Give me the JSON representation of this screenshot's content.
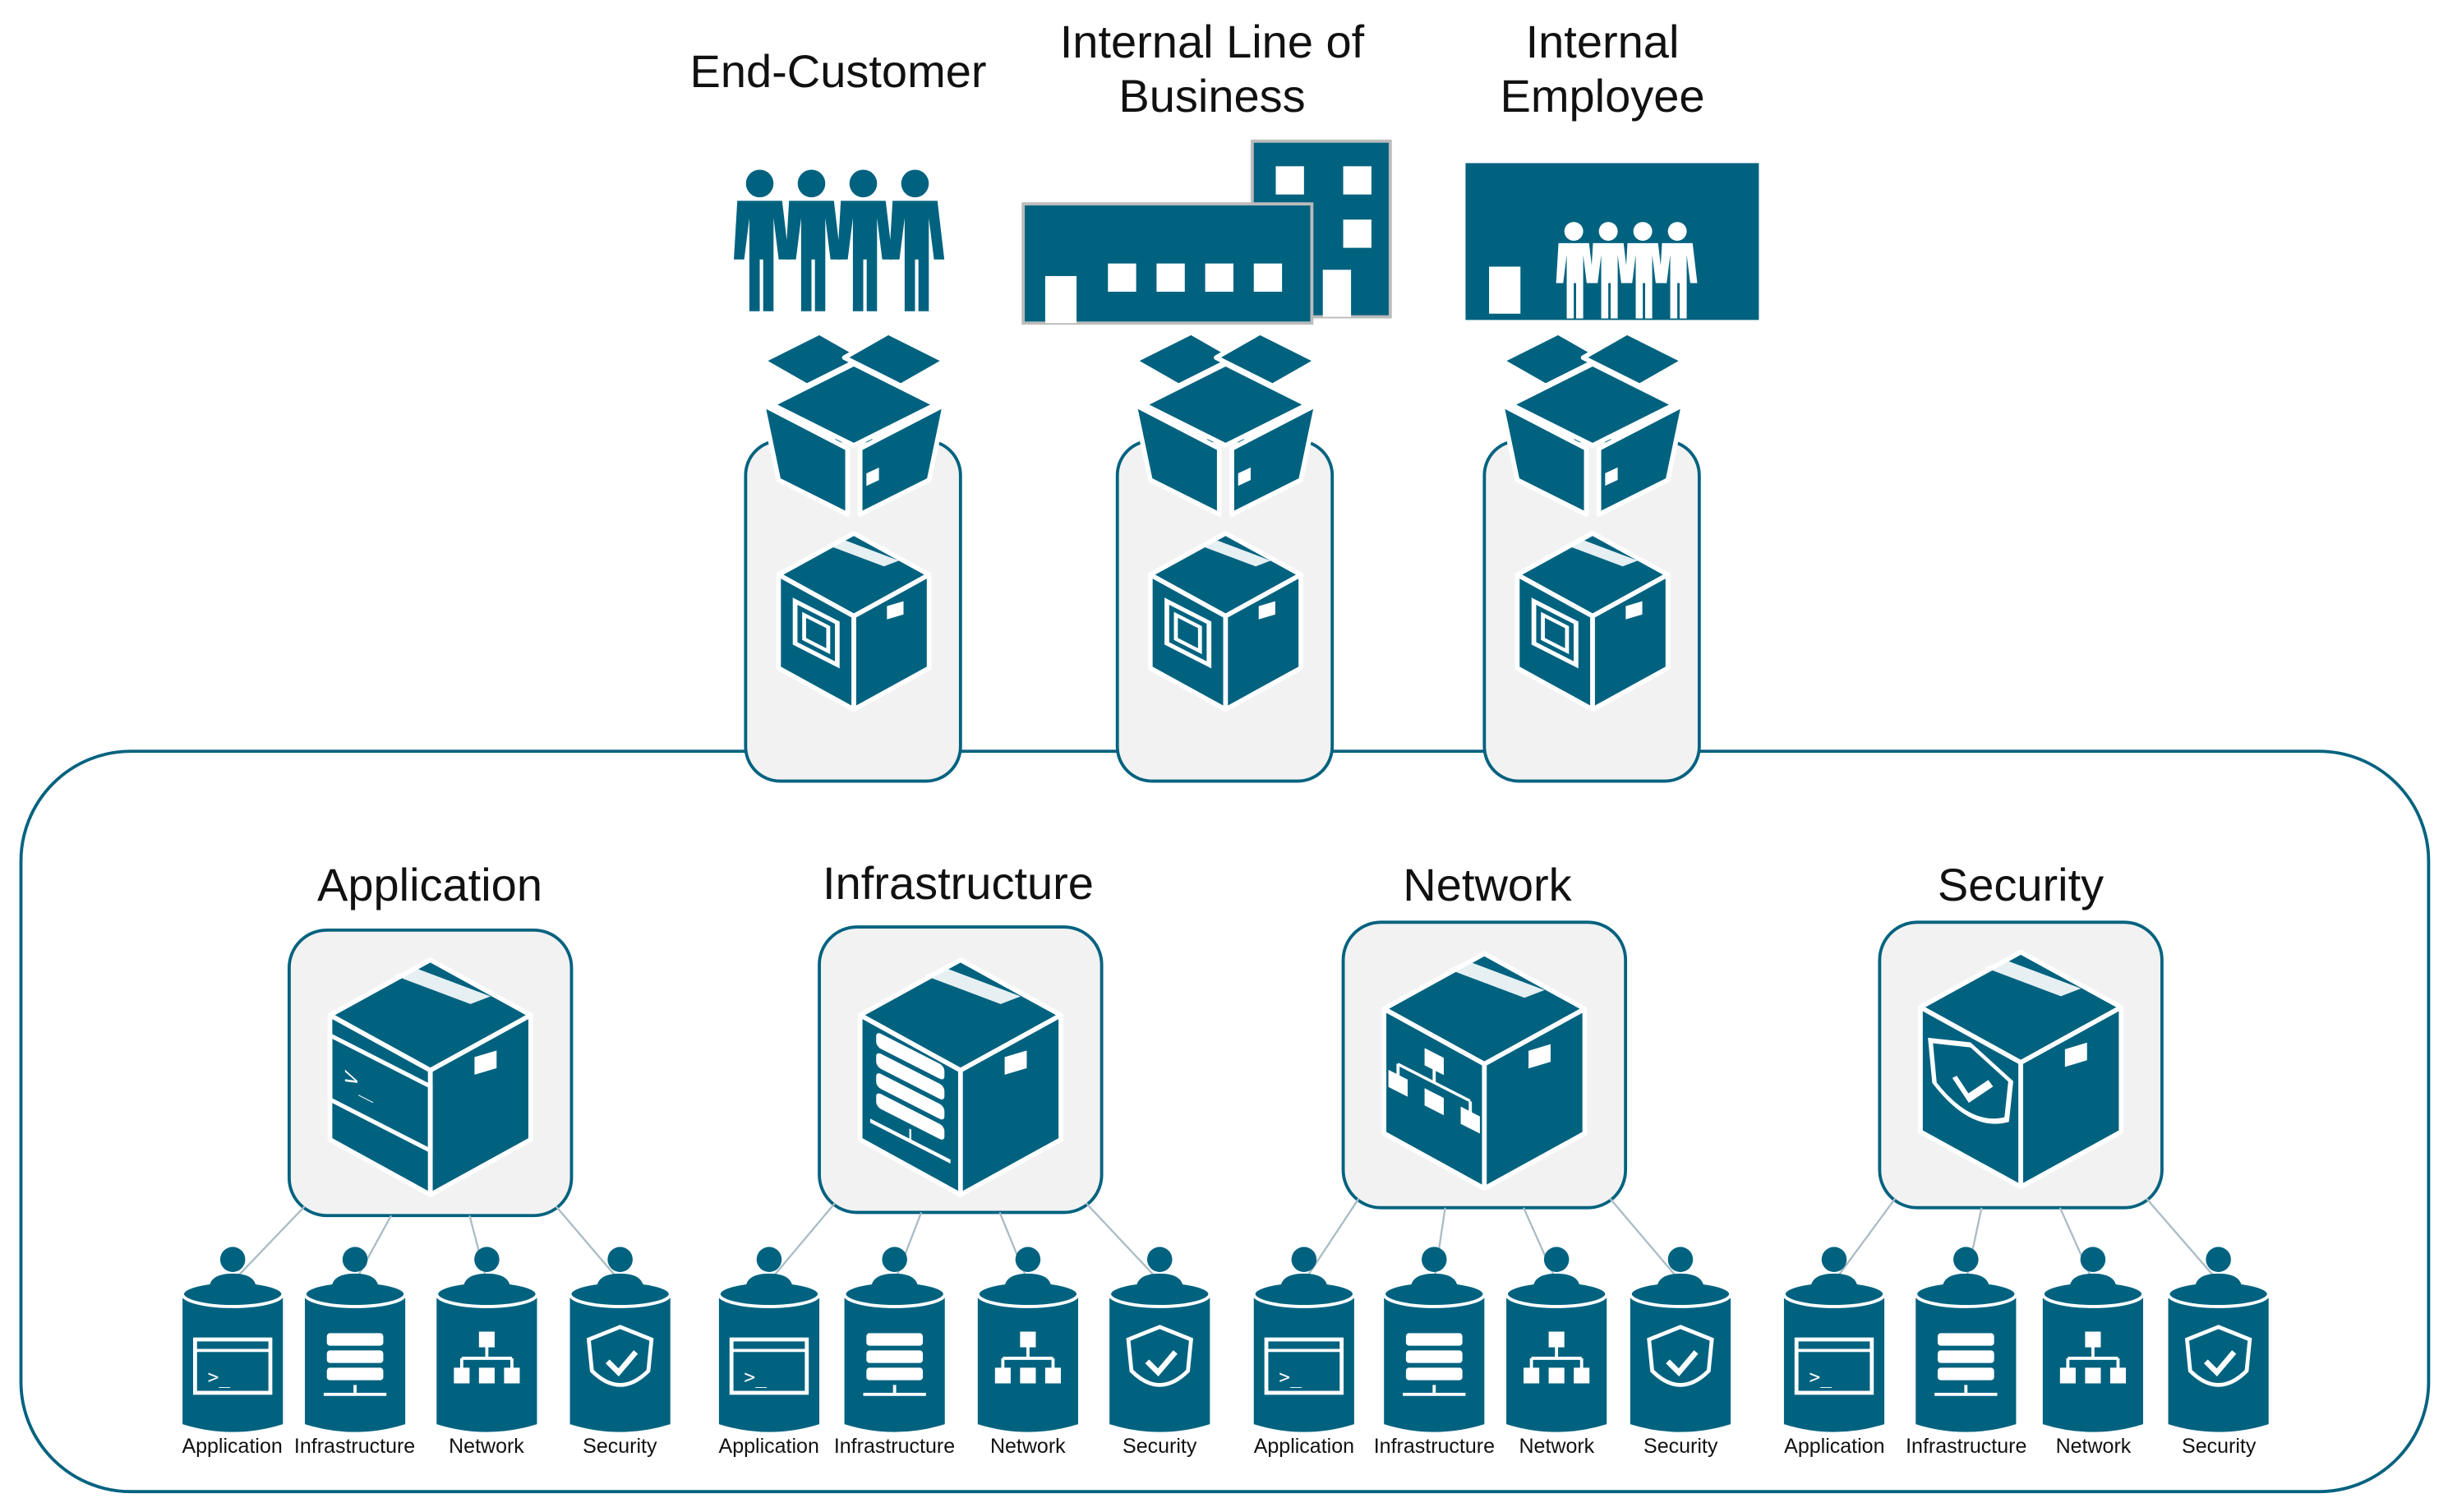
{
  "colors": {
    "accent": "#00627f",
    "panel": "#f2f2f2",
    "line": "#a9bcc4"
  },
  "consumers": [
    {
      "label_lines": [
        "End-Customer"
      ],
      "icon": "people-group-icon"
    },
    {
      "label_lines": [
        "Internal Line of",
        "Business"
      ],
      "icon": "buildings-icon"
    },
    {
      "label_lines": [
        "Internal",
        "Employee"
      ],
      "icon": "office-with-people-icon"
    }
  ],
  "domains": [
    {
      "title": "Application",
      "icon": "terminal-window-icon",
      "teams": [
        "Application",
        "Infrastructure",
        "Network",
        "Security"
      ]
    },
    {
      "title": "Infrastructure",
      "icon": "server-rack-icon",
      "teams": [
        "Application",
        "Infrastructure",
        "Network",
        "Security"
      ]
    },
    {
      "title": "Network",
      "icon": "network-tree-icon",
      "teams": [
        "Application",
        "Infrastructure",
        "Network",
        "Security"
      ]
    },
    {
      "title": "Security",
      "icon": "shield-check-icon",
      "teams": [
        "Application",
        "Infrastructure",
        "Network",
        "Security"
      ]
    }
  ]
}
